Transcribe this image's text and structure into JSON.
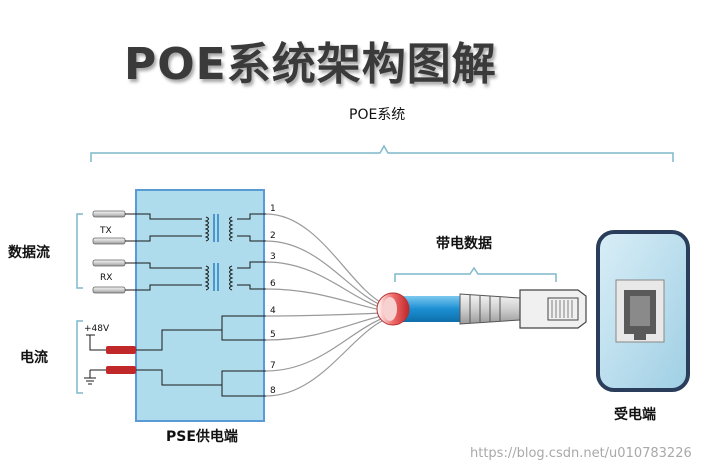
{
  "title": "POE系统架构图解",
  "system_label": "POE系统",
  "labels": {
    "data_flow": "数据流",
    "power_flow": "电流",
    "pse": "PSE供电端",
    "cable": "带电数据",
    "pd": "受电端"
  },
  "signals": {
    "tx": "TX",
    "rx": "RX",
    "voltage": "+48V"
  },
  "pins": [
    "1",
    "2",
    "3",
    "6",
    "4",
    "5",
    "7",
    "8"
  ],
  "watermark": "https://blog.csdn.net/u010783226",
  "colors": {
    "box_fill": "#aedcec",
    "box_stroke": "#5b9bd5",
    "brace": "#7fb9cc",
    "wire": "#9a9a9a",
    "cable": "#2a9ad6",
    "terminal": "#c0282a"
  }
}
